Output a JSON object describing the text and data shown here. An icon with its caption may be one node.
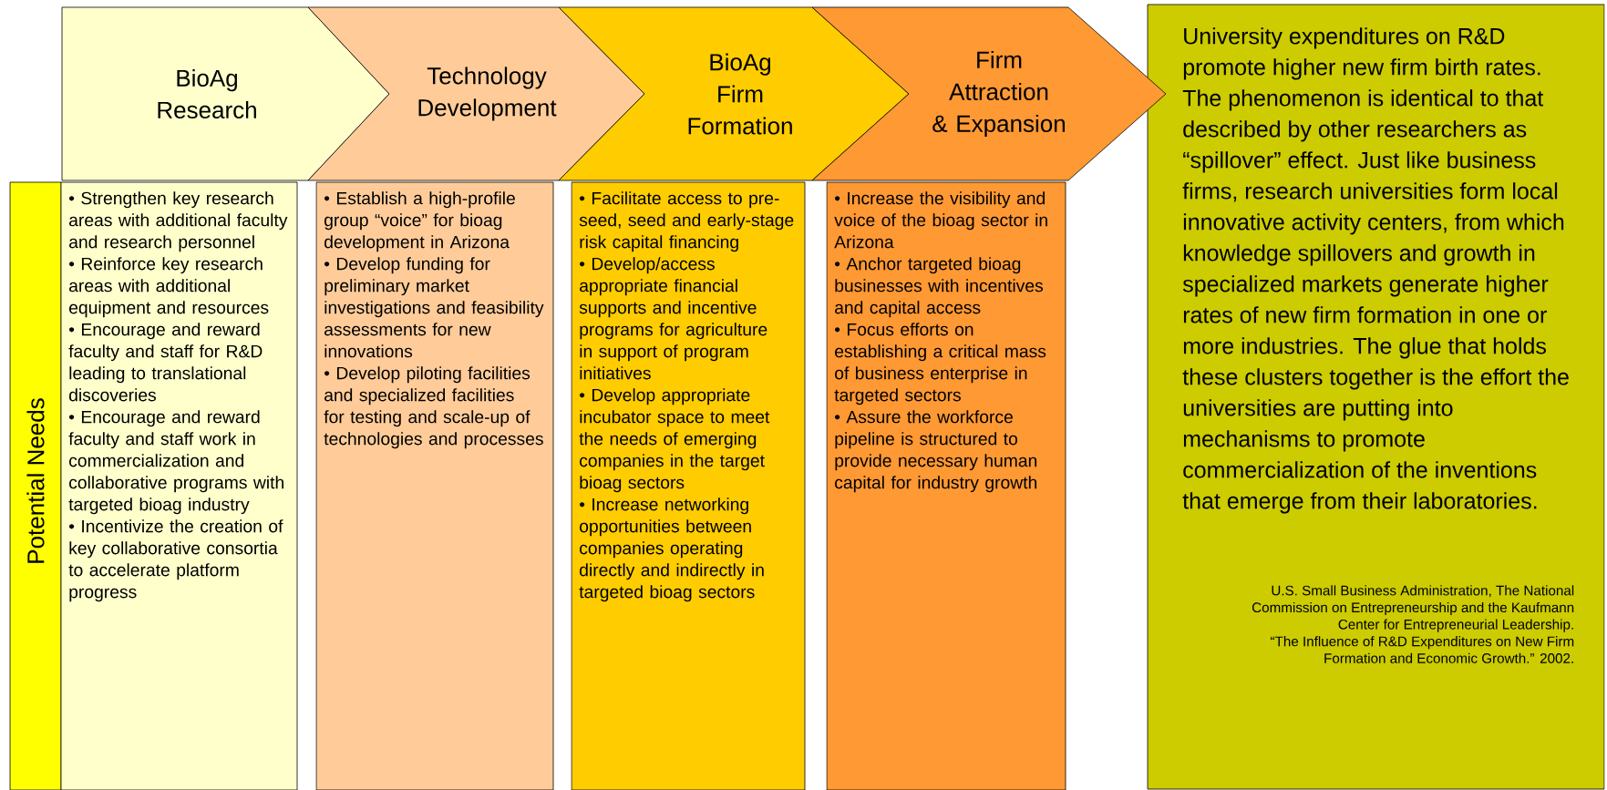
{
  "diagram": {
    "nodes": [
      {
        "text": [
          "BioAg Research"
        ]
      },
      {
        "text": [
          "Technology Development"
        ]
      },
      {
        "text": [
          "BioAg Firm Formation"
        ]
      },
      {
        "text": [
          "Firm Attraction & Expansion"
        ]
      },
      {
        "text": [
          "Potential Needs"
        ]
      },
      {
        "text": [
          "• Strengthen key research areas with additional faculty and research personnel",
          "• Reinforce key research areas with additional equipment and resources",
          "• Encourage and reward faculty and staff for R&D leading to translational discoveries",
          "• Encourage and reward faculty and staff work in commercialization and collaborative programs with targeted bioag industry",
          "• Incentivize the creation of key collaborative consortia to accelerate platform progress"
        ]
      },
      {
        "text": [
          "• Establish a high-profile group “voice” for bioag development in Arizona",
          "• Develop funding for preliminary market investigations and feasibility assessments for new innovations",
          "• Develop piloting facilities and specialized facilities for testing and scale-up of technologies and processes"
        ]
      },
      {
        "text": [
          "• Facilitate access to pre-seed, seed and early-stage risk capital financing",
          "• Develop/access appropriate financial supports and incentive programs for agriculture in support of program initiatives",
          "• Develop appropriate incubator space to meet the needs of emerging companies in the target bioag sectors",
          "• Increase networking opportunities between companies operating directly and indirectly in targeted bioag sectors"
        ]
      },
      {
        "text": [
          "• Increase the visibility and voice of the bioag sector in Arizona",
          "• Anchor targeted bioag businesses with incentives and capital access",
          "• Focus efforts on establishing a critical mass of business enterprise in targeted sectors",
          "• Assure the workforce pipeline is structured to provide necessary human capital for industry growth"
        ]
      },
      {
        "text": [
          "University expenditures on R&D promote higher new firm birth rates. The phenomenon is identical to that described by other researchers as “spillover” effect. Just like business firms, research universities form local innovative activity centers, from which knowledge spillovers and growth in specialized markets generate higher rates of new firm formation in one or more industries. The glue that holds these clusters together is the effort the universities are putting into mechanisms to promote commercialization of the inventions that emerge from their laboratories.",
          "U.S. Small Business Administration, The National Commission on Entrepreneurship and the Kaufmann Center for Entrepreneurial Leadership.",
          "“The Influence of R&D Expenditures on New Firm Formation and Economic Growth.”  2002."
        ]
      }
    ],
    "edges": []
  }
}
